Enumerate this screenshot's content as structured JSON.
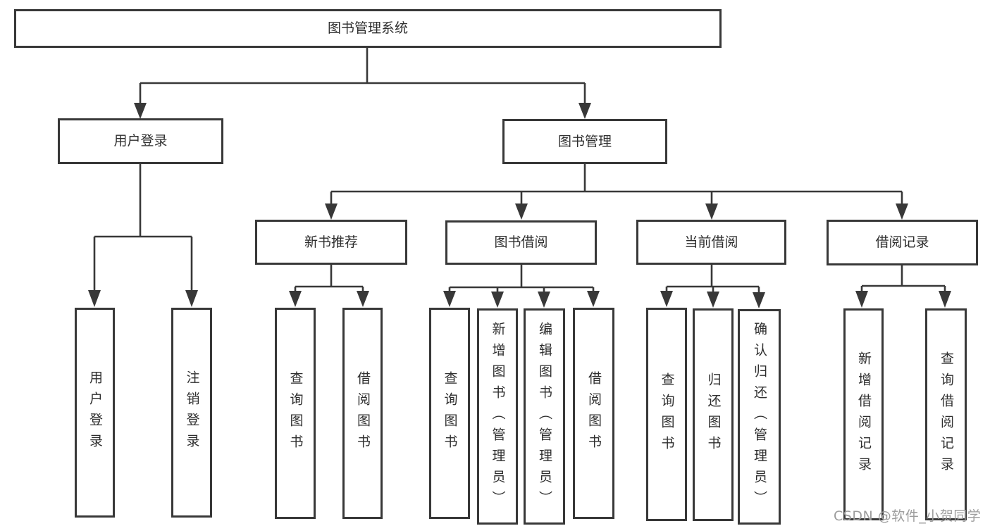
{
  "diagram_title": "图书管理系统",
  "nodes": {
    "root": {
      "label": "图书管理系统"
    },
    "user_login": {
      "label": "用户登录"
    },
    "book_mgmt": {
      "label": "图书管理"
    },
    "new_books": {
      "label": "新书推荐"
    },
    "borrowing": {
      "label": "图书借阅"
    },
    "current": {
      "label": "当前借阅"
    },
    "records": {
      "label": "借阅记录"
    },
    "leaf_login": {
      "label": "用户登录"
    },
    "leaf_logout": {
      "label": "注销登录"
    },
    "leaf_nb_query": {
      "label": "查询图书"
    },
    "leaf_nb_borrow": {
      "label": "借阅图书"
    },
    "leaf_bw_query": {
      "label": "查询图书"
    },
    "leaf_bw_add": {
      "label": "新增图书（管理员）"
    },
    "leaf_bw_edit": {
      "label": "编辑图书（管理员）"
    },
    "leaf_bw_borrow": {
      "label": "借阅图书"
    },
    "leaf_cur_query": {
      "label": "查询图书"
    },
    "leaf_cur_return": {
      "label": "归还图书"
    },
    "leaf_cur_confirm": {
      "label": "确认归还（管理员）"
    },
    "leaf_rec_add": {
      "label": "新增借阅记录"
    },
    "leaf_rec_query": {
      "label": "查询借阅记录"
    }
  },
  "hierarchy": {
    "root": "图书管理系统",
    "children": [
      {
        "label": "用户登录",
        "children": [
          "用户登录",
          "注销登录"
        ]
      },
      {
        "label": "图书管理",
        "children": [
          {
            "label": "新书推荐",
            "children": [
              "查询图书",
              "借阅图书"
            ]
          },
          {
            "label": "图书借阅",
            "children": [
              "查询图书",
              "新增图书（管理员）",
              "编辑图书（管理员）",
              "借阅图书"
            ]
          },
          {
            "label": "当前借阅",
            "children": [
              "查询图书",
              "归还图书",
              "确认归还（管理员）"
            ]
          },
          {
            "label": "借阅记录",
            "children": [
              "新增借阅记录",
              "查询借阅记录"
            ]
          }
        ]
      }
    ]
  },
  "watermark": {
    "text": "CSDN @软件_小贺同学",
    "color": "#9c9c9c"
  },
  "colors": {
    "line": "#383838",
    "box_border": "#383838",
    "box_background": "#ffffff",
    "label_text": "#2e2e2e",
    "page_background": "#ffffff"
  }
}
